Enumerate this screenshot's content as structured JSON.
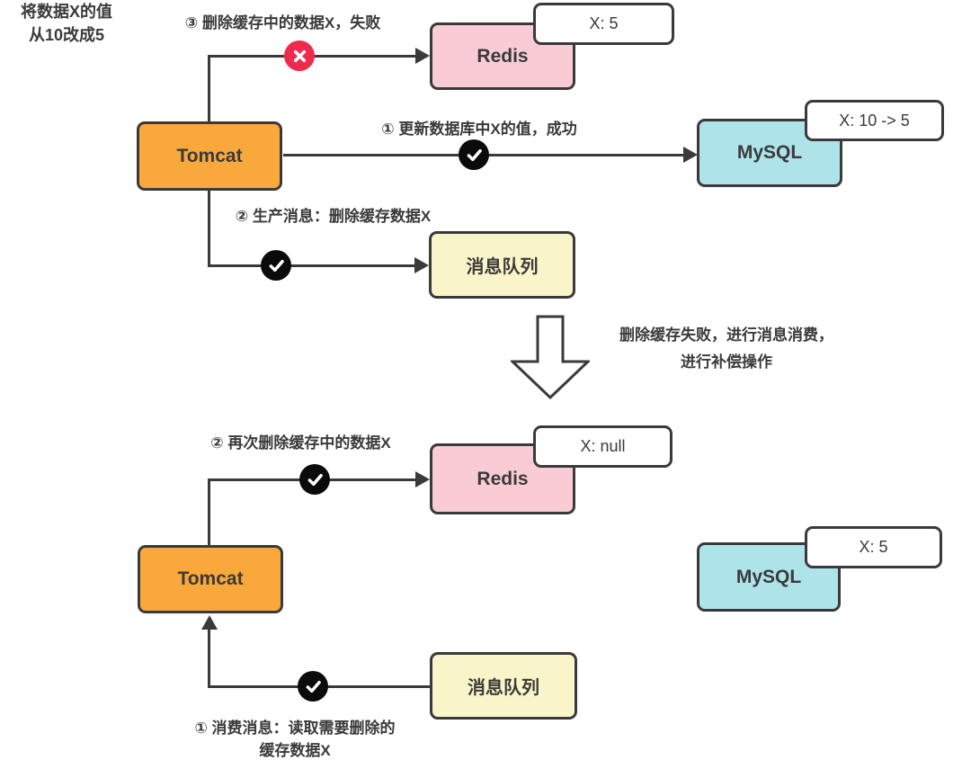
{
  "colors": {
    "background": "#FFFFFF",
    "border": "#3a3a3a",
    "text": "#3a3a3a",
    "tomcat_fill": "#F9A83C",
    "redis_fill": "#F9CBD4",
    "mysql_fill": "#AEE3EA",
    "queue_fill": "#FAF5C9",
    "note_fill": "#FFFFFF",
    "fail_badge": "#EE2B4D",
    "success_badge": "#0B0B0B"
  },
  "top_flow": {
    "actor_intent": {
      "line1": "将数据X的值",
      "line2": "从10改成5"
    },
    "tomcat_label": "Tomcat",
    "step3_label": "③ 删除缓存中的数据X，失败",
    "step1_label": "① 更新数据库中X的值，成功",
    "step2_label": "② 生产消息：删除缓存数据X",
    "redis": {
      "label": "Redis",
      "value_note": "X: 5"
    },
    "mysql": {
      "label": "MySQL",
      "value_note": "X: 10 -> 5"
    },
    "queue_label": "消息队列"
  },
  "transition": {
    "caption_line1": "删除缓存失败，进行消息消费，",
    "caption_line2": "进行补偿操作"
  },
  "bottom_flow": {
    "step2_label": "② 再次删除缓存中的数据X",
    "step1_label_line1": "① 消费消息：读取需要删除的",
    "step1_label_line2": "缓存数据X",
    "tomcat_label": "Tomcat",
    "redis": {
      "label": "Redis",
      "value_note": "X: null"
    },
    "mysql": {
      "label": "MySQL",
      "value_note": "X: 5"
    },
    "queue_label": "消息队列"
  },
  "icons": {
    "failure_icon": "x-in-red-circle",
    "success_icon": "check-in-black-circle",
    "flow_arrow_icon": "hollow-down-arrow"
  }
}
